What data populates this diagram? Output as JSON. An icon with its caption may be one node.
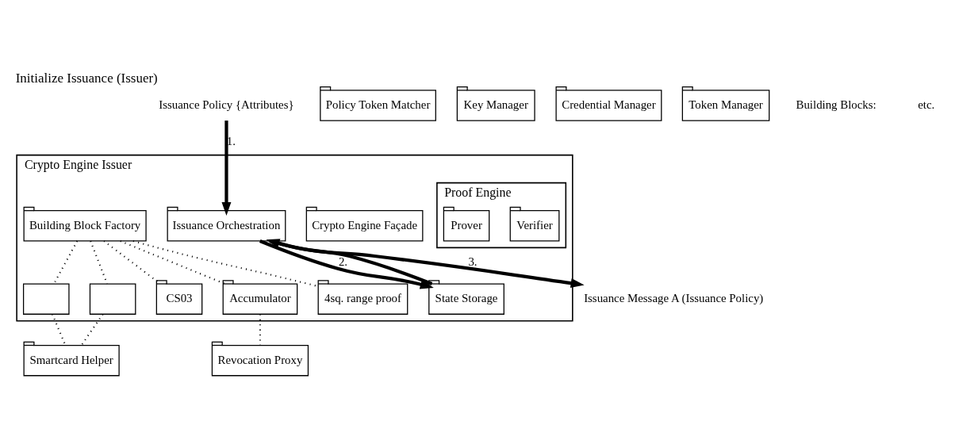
{
  "diagram": {
    "title": "Initialize Issuance (Issuer)",
    "nodes": [
      {
        "text": [
          "Issuance Policy {Attributes}"
        ]
      },
      {
        "text": [
          "Issuance Message A (Issuance Policy)"
        ]
      },
      {
        "text": [
          "Crypto Engine Issuer"
        ]
      },
      {
        "text": [
          "Crypto Engine Façade"
        ],
        "in": 2
      },
      {
        "text": [
          "Issuance Orchestration"
        ],
        "in": 2
      },
      {
        "text": [
          "State Storage"
        ],
        "in": 2
      },
      {
        "text": [
          "Building Block Factory"
        ],
        "in": 2
      },
      {
        "text": [
          "Proof Engine"
        ],
        "in": 2
      },
      {
        "text": [
          "Verifier"
        ],
        "in": 7
      },
      {
        "text": [
          "Prover"
        ],
        "in": 7
      },
      {
        "text": [],
        "shape": "box",
        "in": 2
      },
      {
        "text": [],
        "shape": "box",
        "in": 2
      },
      {
        "text": [
          "CS03"
        ],
        "in": 2
      },
      {
        "text": [
          "Accumulator"
        ],
        "in": 2
      },
      {
        "text": [
          "4sq. range proof"
        ],
        "in": 2
      },
      {
        "text": [
          "Smartcard Helper"
        ]
      },
      {
        "text": [
          "Revocation Proxy"
        ]
      },
      {
        "text": [
          "Policy Token Matcher"
        ]
      },
      {
        "text": [
          "Key Manager"
        ]
      },
      {
        "text": [
          "Credential Manager"
        ]
      },
      {
        "text": [
          "Token Manager"
        ]
      }
    ],
    "edges": [
      {
        "from": 0,
        "to": 4,
        "arrow": "to",
        "label": "1.",
        "style": "thick"
      },
      {
        "from": 4,
        "to": 1,
        "arrow": "to",
        "label": "3.",
        "style": "thick"
      },
      {
        "from": 4,
        "to": 5,
        "arrow": "to",
        "label": "2.",
        "style": "thick"
      },
      {
        "from": 5,
        "to": 4,
        "arrow": "to",
        "style": "thick"
      },
      {
        "from": 6,
        "to": 10,
        "arrow": "none",
        "style": "dashed"
      },
      {
        "from": 6,
        "to": 11,
        "arrow": "none",
        "style": "dashed"
      },
      {
        "from": 6,
        "to": 12,
        "arrow": "none",
        "style": "dashed"
      },
      {
        "from": 6,
        "to": 13,
        "arrow": "none",
        "style": "dashed"
      },
      {
        "from": 6,
        "to": 14,
        "arrow": "none",
        "style": "dashed"
      },
      {
        "from": 10,
        "to": 15,
        "arrow": "none",
        "style": "dashed"
      },
      {
        "from": 11,
        "to": 15,
        "arrow": "none",
        "style": "dashed"
      },
      {
        "from": 13,
        "to": 16,
        "arrow": "none",
        "style": "dashed"
      }
    ],
    "labels": [
      "Building Blocks:",
      "etc."
    ]
  }
}
